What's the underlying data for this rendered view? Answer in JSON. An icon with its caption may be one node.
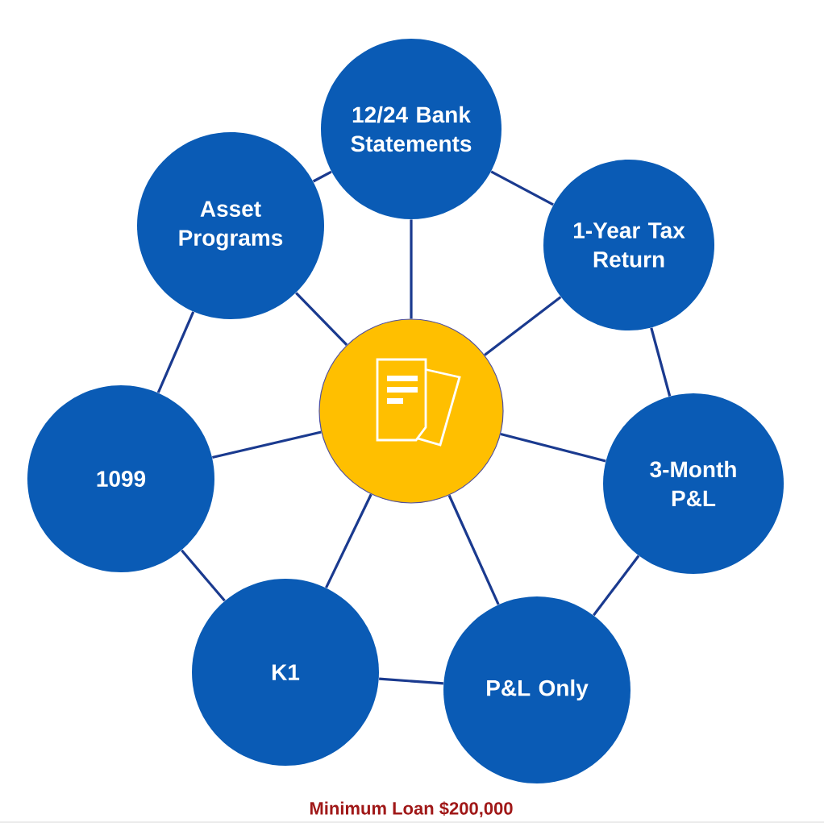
{
  "diagram": {
    "nodes": [
      {
        "text": [],
        "shape": "circle"
      },
      {
        "text": [
          "12/24 Bank Statements"
        ]
      },
      {
        "text": [
          "1-Year Tax Return"
        ]
      },
      {
        "text": [
          "3-Month P&L"
        ]
      },
      {
        "text": [
          "P&L Only"
        ]
      },
      {
        "text": [
          "K1"
        ]
      },
      {
        "text": [
          "1099"
        ]
      },
      {
        "text": [
          "Asset Programs"
        ]
      }
    ],
    "edges": [
      {
        "from": 0,
        "to": 1,
        "arrow": "none"
      },
      {
        "from": 0,
        "to": 2,
        "arrow": "none"
      },
      {
        "from": 0,
        "to": 3,
        "arrow": "none"
      },
      {
        "from": 0,
        "to": 4,
        "arrow": "none"
      },
      {
        "from": 0,
        "to": 5,
        "arrow": "none"
      },
      {
        "from": 0,
        "to": 6,
        "arrow": "none"
      },
      {
        "from": 0,
        "to": 7,
        "arrow": "none"
      },
      {
        "from": 1,
        "to": 2,
        "arrow": "none"
      },
      {
        "from": 2,
        "to": 3,
        "arrow": "none"
      },
      {
        "from": 3,
        "to": 4,
        "arrow": "none"
      },
      {
        "from": 4,
        "to": 5,
        "arrow": "none"
      },
      {
        "from": 5,
        "to": 6,
        "arrow": "none"
      },
      {
        "from": 6,
        "to": 7,
        "arrow": "none"
      },
      {
        "from": 7,
        "to": 1,
        "arrow": "none"
      }
    ],
    "labels": [
      "Minimum Loan $200,000"
    ]
  }
}
